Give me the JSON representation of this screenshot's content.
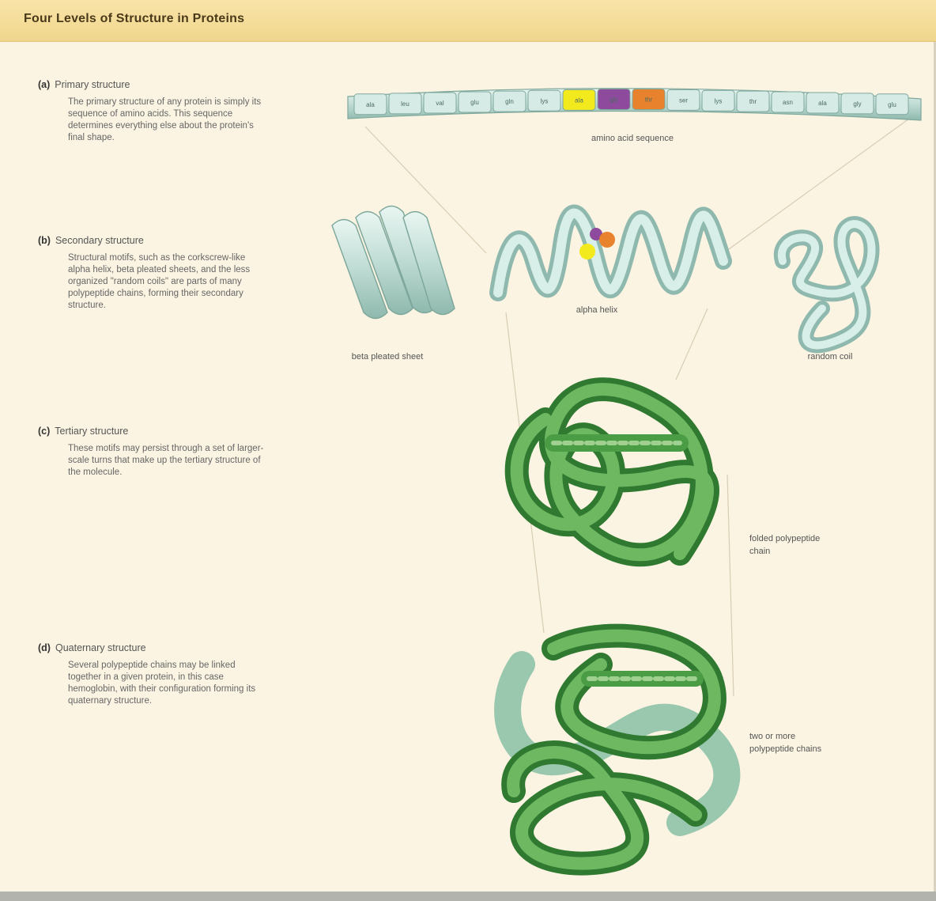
{
  "title": "Four Levels of Structure in Proteins",
  "sections": [
    {
      "letter": "(a)",
      "label": "Primary structure",
      "text": "The primary structure of any protein is simply its sequence of amino acids. This sequence determines everything else about the protein's final shape."
    },
    {
      "letter": "(b)",
      "label": "Secondary structure",
      "text": "Structural motifs, such as the corkscrew-like alpha helix, beta pleated sheets, and the less organized \"random coils\" are parts of many polypeptide chains, forming their secondary structure."
    },
    {
      "letter": "(c)",
      "label": "Tertiary structure",
      "text": "These motifs may persist through a set of larger-scale turns that make up the tertiary structure of the molecule."
    },
    {
      "letter": "(d)",
      "label": "Quaternary structure",
      "text": "Several polypeptide chains may be linked together in a given protein, in this case hemoglobin, with their configuration forming its quaternary structure."
    }
  ],
  "amino_acids": [
    "ala",
    "leu",
    "val",
    "glu",
    "gln",
    "lys",
    "ala",
    "gly",
    "thr",
    "ser",
    "lys",
    "thr",
    "asn",
    "ala",
    "gly",
    "glu"
  ],
  "highlight_colors": {
    "yellow": "#f2ea1c",
    "purple": "#8e4a9c",
    "orange": "#e8822c"
  },
  "captions": {
    "amino_acid_sequence": "amino acid sequence",
    "alpha_helix": "alpha helix",
    "beta_pleated_sheet": "beta pleated sheet",
    "random_coil": "random coil",
    "folded_chain_1": "folded polypeptide",
    "folded_chain_2": "chain",
    "two_or_more_1": "two or more",
    "two_or_more_2": "polypeptide chains"
  }
}
